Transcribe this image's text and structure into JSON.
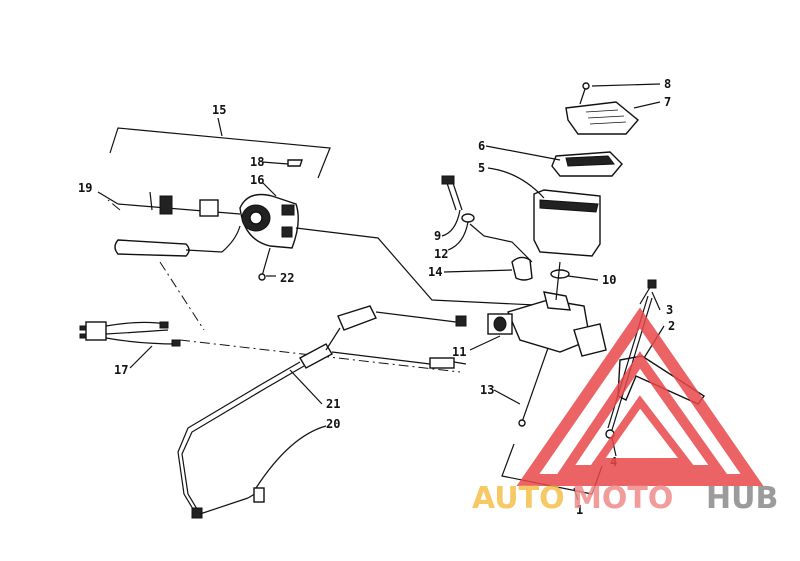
{
  "callouts": {
    "c1": "1",
    "c2": "2",
    "c3": "3",
    "c4": "4",
    "c5": "5",
    "c6": "6",
    "c7": "7",
    "c8": "8",
    "c9": "9",
    "c10": "10",
    "c11": "11",
    "c12": "12",
    "c13": "13",
    "c14": "14",
    "c15": "15",
    "c16": "16",
    "c17": "17",
    "c18": "18",
    "c19": "19",
    "c20": "20",
    "c21": "21",
    "c22": "22"
  },
  "watermark": {
    "auto": "AUTO",
    "moto": "MOTO",
    "hub": "HUB",
    "colors": {
      "triangle": "#e8484a",
      "auto": "#f5c04a",
      "moto": "#f08a8a",
      "hub": "#8a8a8a"
    }
  }
}
